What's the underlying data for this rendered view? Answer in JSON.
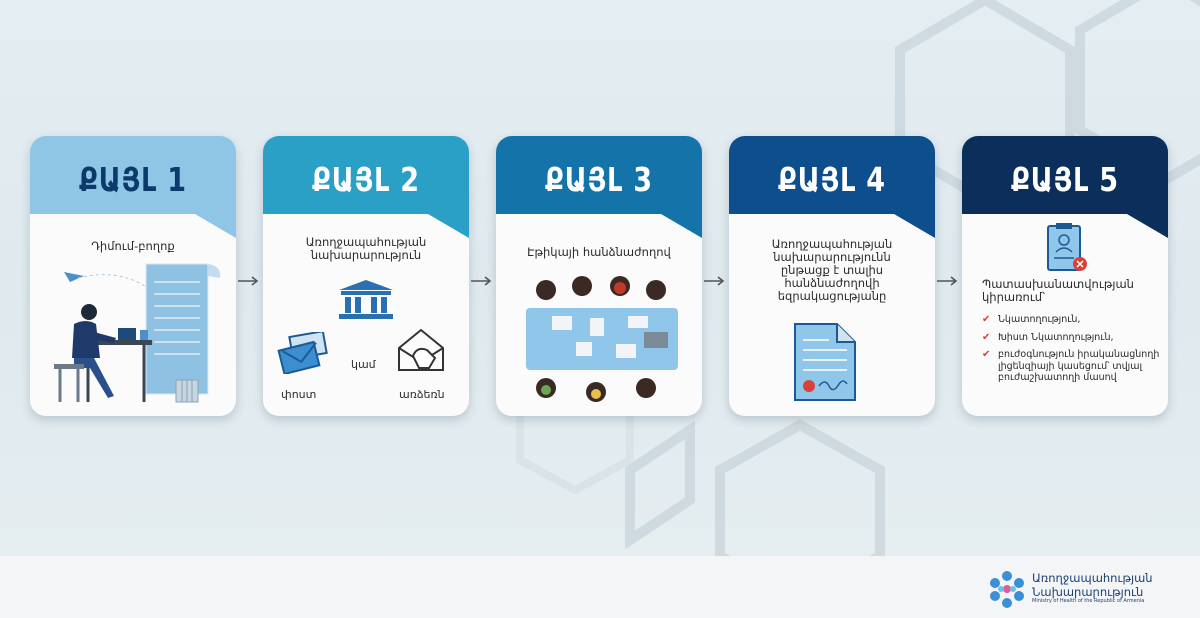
{
  "steps": [
    {
      "title": "ՔԱՅԼ 1",
      "desc": "Դիմում-բողոք",
      "head_color": "#8fc6e6",
      "title_color": "#0d3a6b"
    },
    {
      "title": "ՔԱՅԼ 2",
      "desc": "Առողջապահության նախարարություն",
      "head_color": "#2ba0c7",
      "title_color": "#ffffff",
      "option_a": "փոստ",
      "option_or": "կամ",
      "option_b": "առձեռն"
    },
    {
      "title": "ՔԱՅԼ 3",
      "desc": "Էթիկայի հանձնաժողով",
      "head_color": "#1474a9",
      "title_color": "#ffffff"
    },
    {
      "title": "ՔԱՅԼ 4",
      "desc": "Առողջապահության նախարարությունն ընթացք է տալիս հանձնաժողովի եզրակացությանը",
      "head_color": "#0d4e8c",
      "title_color": "#ffffff"
    },
    {
      "title": "ՔԱՅԼ 5",
      "desc": "Պատասխանատվության կիրառում՝",
      "head_color": "#0b2f5a",
      "title_color": "#ffffff",
      "items": [
        "Նկատողություն,",
        "Խիստ Նկատողություն,",
        "բուժօգնություն իրականացնողի լիցենզիայի կասեցում՝ տվյալ բուժաշխատողի մասով"
      ]
    }
  ],
  "footer": {
    "logo_title_line1": "Առողջապահության",
    "logo_title_line2": "Նախարարություն",
    "logo_subtitle": "Ministry of Health of the Republic of Armenia"
  },
  "colors": {
    "accent_red": "#d6423a",
    "arrow": "#555555"
  }
}
